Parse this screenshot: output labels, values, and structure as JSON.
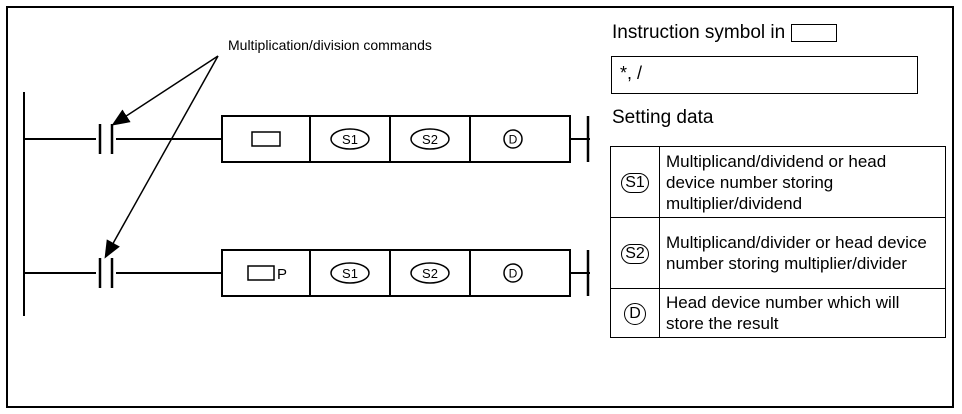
{
  "diagram": {
    "commands_label": "Multiplication/division commands",
    "rung1": {
      "instruction": "",
      "operands": [
        "S1",
        "S2",
        "D"
      ]
    },
    "rung2": {
      "instruction": "P",
      "operands": [
        "S1",
        "S2",
        "D"
      ]
    }
  },
  "instruction_symbol": {
    "title": "Instruction symbol in",
    "value": "*, /"
  },
  "setting_data": {
    "title": "Setting data",
    "rows": [
      {
        "symbol": "S1",
        "description": "Multiplicand/dividend or head device number storing multiplier/dividend"
      },
      {
        "symbol": "S2",
        "description": "Multiplicand/divider or head device number storing multiplier/divider"
      },
      {
        "symbol": "D",
        "description": "Head device number which will store the result"
      }
    ]
  }
}
